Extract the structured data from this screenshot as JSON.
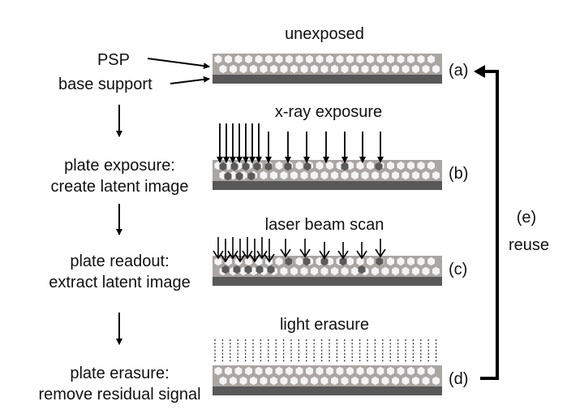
{
  "labels": {
    "unexposed": "unexposed",
    "psp": "PSP",
    "base_support": "base support",
    "xray_exposure": "x-ray exposure",
    "laser_beam_scan": "laser beam scan",
    "light_erasure": "light erasure"
  },
  "steps": {
    "exposure_line1": "plate exposure:",
    "exposure_line2": "create latent image",
    "readout_line1": "plate readout:",
    "readout_line2": "extract latent image",
    "erasure_line1": "plate erasure:",
    "erasure_line2": "remove residual signal"
  },
  "panel_tags": {
    "a": "(a)",
    "b": "(b)",
    "c": "(c)",
    "d": "(d)",
    "e": "(e)"
  },
  "reuse_label": "reuse",
  "colors": {
    "phosphor_layer": "#a9a6a4",
    "phosphor_crystal": "#f4f4f4",
    "base_support": "#585858",
    "latent_dot": "#5a5a5a",
    "arrow": "#000000"
  }
}
